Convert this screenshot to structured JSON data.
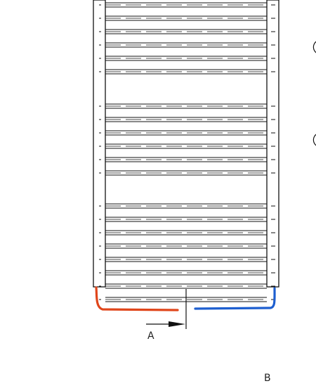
{
  "labels": {
    "a": "A",
    "b": "B"
  },
  "colors": {
    "line": "#111111",
    "hot_pipe": "#e0461b",
    "cold_pipe": "#1e5fd0"
  },
  "radiator": {
    "bar_groups": [
      {
        "bars": 6
      },
      {
        "bars": 6
      },
      {
        "bars": 8
      }
    ]
  }
}
